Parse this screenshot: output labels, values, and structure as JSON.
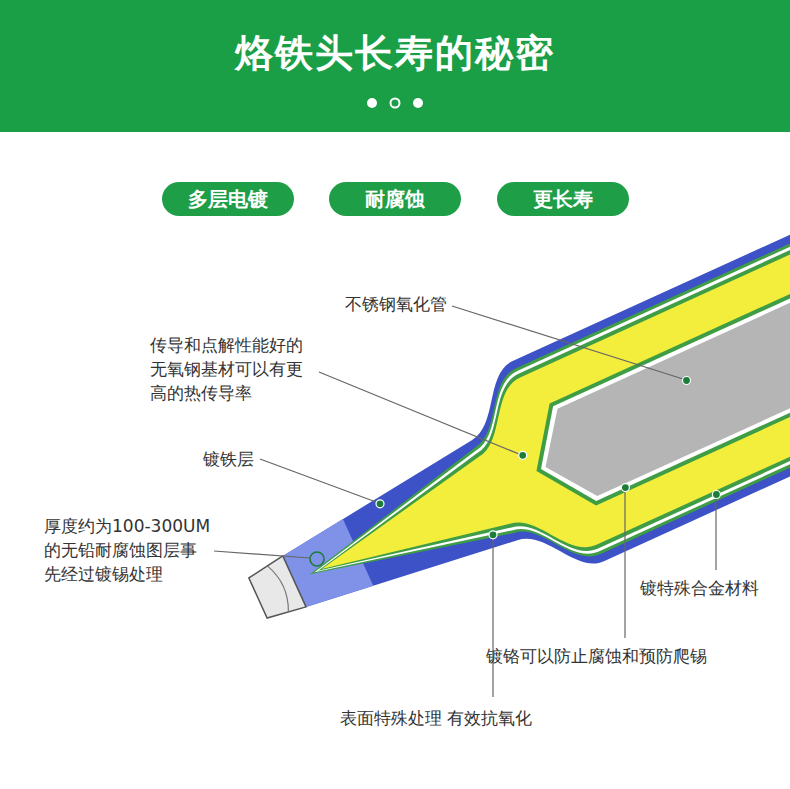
{
  "diagram": {
    "title": "烙铁头长寿的秘密",
    "nodes": [
      {
        "text": [
          "多层电镀"
        ]
      },
      {
        "text": [
          "耐腐蚀"
        ]
      },
      {
        "text": [
          "更长寿"
        ]
      }
    ],
    "labels": [
      "不锈钢氧化管",
      "传导和点解性能好的 无氧钢基材可以有更 高的热传导率",
      "镀铁层",
      "厚度约为100-300UM 的无铅耐腐蚀图层事 先经过镀锡处理",
      "镀特殊合金材料",
      "镀铬可以防止腐蚀和预防爬锡",
      "表面特殊处理 有效抗氧化"
    ]
  }
}
